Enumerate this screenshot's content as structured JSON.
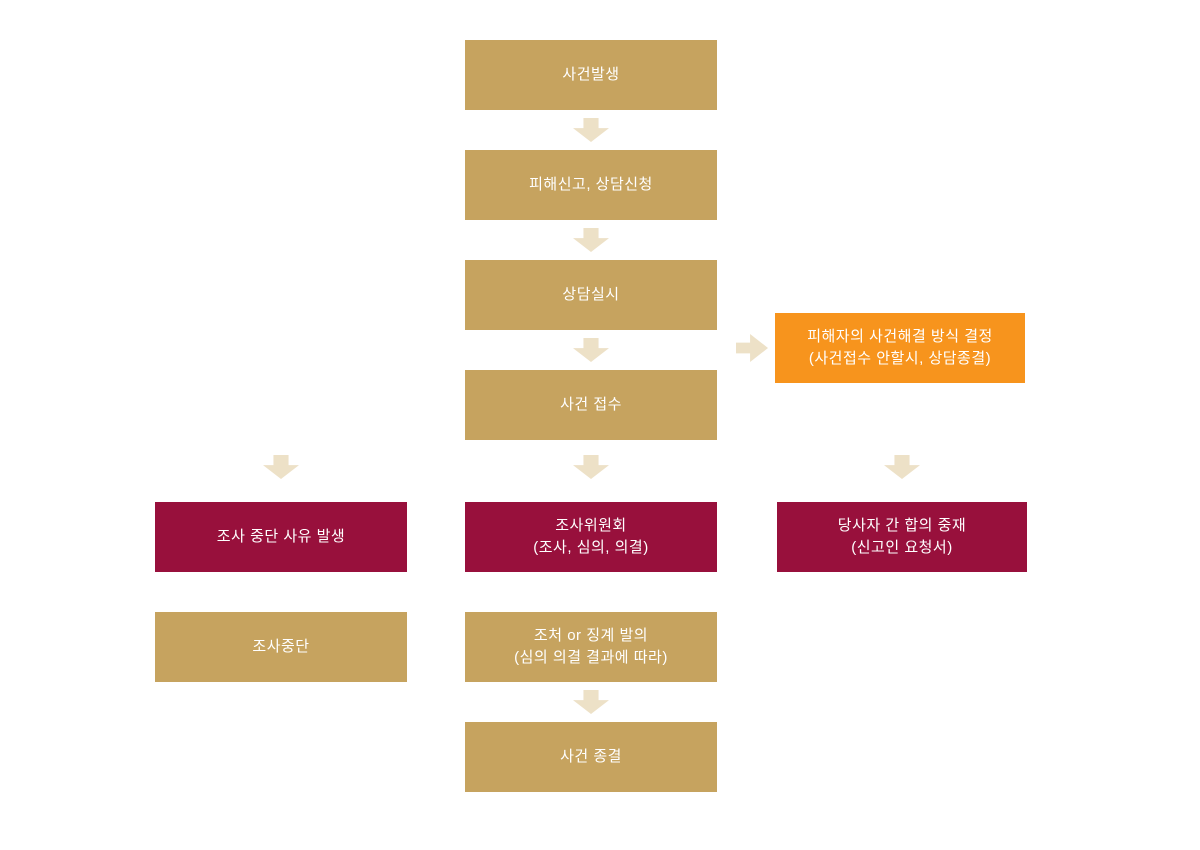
{
  "colors": {
    "tan": "#C6A35F",
    "burgundy": "#98103C",
    "orange": "#F7941D",
    "arrow": "#EDE1C7"
  },
  "nodes": {
    "incident": {
      "label": "사건발생"
    },
    "report": {
      "label": "피해신고, 상담신청"
    },
    "counseling": {
      "label": "상담실시"
    },
    "resolution_decision": {
      "line1": "피해자의 사건해결 방식 결정",
      "line2": "(사건접수 안할시, 상담종결)"
    },
    "case_acceptance": {
      "label": "사건 접수"
    },
    "halt_reason": {
      "label": "조사 중단 사유 발생"
    },
    "committee": {
      "line1": "조사위원회",
      "line2": "(조사, 심의, 의결)"
    },
    "mediation": {
      "line1": "당사자 간 합의 중재",
      "line2": "(신고인 요청서)"
    },
    "halt": {
      "label": "조사중단"
    },
    "action": {
      "line1": "조처 or 징계 발의",
      "line2": "(심의 의결 결과에 따라)"
    },
    "case_closed": {
      "label": "사건 종결"
    }
  }
}
